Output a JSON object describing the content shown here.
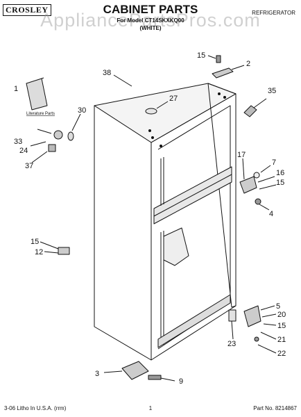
{
  "header": {
    "brand": "CROSLEY",
    "title": "CABINET PARTS",
    "model_line": "For Model CT14SKXKQ00",
    "color": "(WHITE)",
    "category": "REFRIGERATOR"
  },
  "watermark": "AppliancePartsPros.com",
  "literature_label": "Literature Parts",
  "callouts": {
    "c1": "1",
    "c2": "2",
    "c3": "3",
    "c4": "4",
    "c5": "5",
    "c7": "7",
    "c9": "9",
    "c12": "12",
    "c15a": "15",
    "c15b": "15",
    "c15c": "15",
    "c15d": "15",
    "c16": "16",
    "c17": "17",
    "c20": "20",
    "c21": "21",
    "c22": "22",
    "c23": "23",
    "c24": "24",
    "c27": "27",
    "c30": "30",
    "c33": "33",
    "c35": "35",
    "c37": "37",
    "c38": "38"
  },
  "footer": {
    "left": "3-06 Litho In U.S.A. (rrm)",
    "center": "1",
    "right": "Part No. 8214867"
  }
}
